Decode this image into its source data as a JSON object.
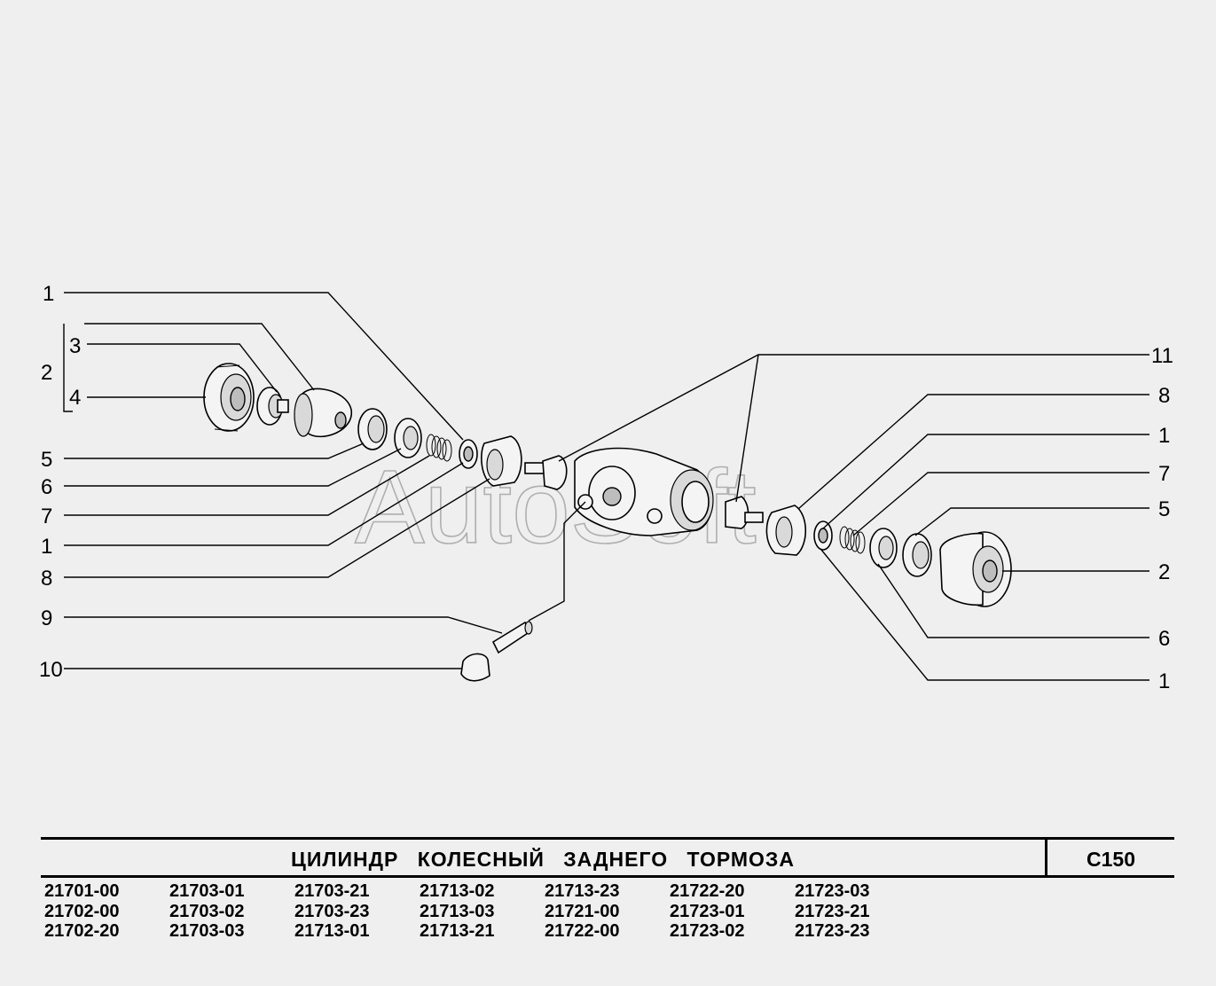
{
  "watermark": "AutoSoft",
  "title": "ЦИЛИНДР КОЛЕСНЫЙ ЗАДНЕГО ТОРМОЗА",
  "page_code": "C150",
  "callouts_left": [
    "1",
    "2",
    "3",
    "4",
    "5",
    "6",
    "7",
    "1",
    "8",
    "9",
    "10"
  ],
  "callouts_right": [
    "11",
    "8",
    "1",
    "7",
    "5",
    "2",
    "6",
    "1"
  ],
  "models": [
    "21701-00",
    "21703-01",
    "21703-21",
    "21713-02",
    "21713-23",
    "21722-20",
    "21723-03",
    "21702-00",
    "21703-02",
    "21703-23",
    "21713-03",
    "21721-00",
    "21723-01",
    "21723-21",
    "21702-20",
    "21703-03",
    "21713-01",
    "21713-21",
    "21722-00",
    "21723-02",
    "21723-23"
  ]
}
